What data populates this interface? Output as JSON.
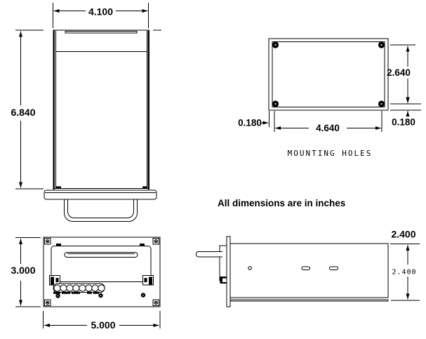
{
  "note": {
    "text": "All dimensions are in inches"
  },
  "colors": {
    "ink": "#000000",
    "paper": "#ffffff"
  },
  "front_view": {
    "width": "4.100",
    "height": "6.840"
  },
  "mounting_view": {
    "caption": "MOUNTING HOLES",
    "vertical_spacing": "2.640",
    "horizontal_spacing": "4.640",
    "offset_left": "0.180",
    "offset_bottom": "0.180"
  },
  "bottom_view": {
    "height": "3.000",
    "width": "5.000"
  },
  "side_view": {
    "depth": "2.400",
    "depth_dim": "2.400"
  }
}
